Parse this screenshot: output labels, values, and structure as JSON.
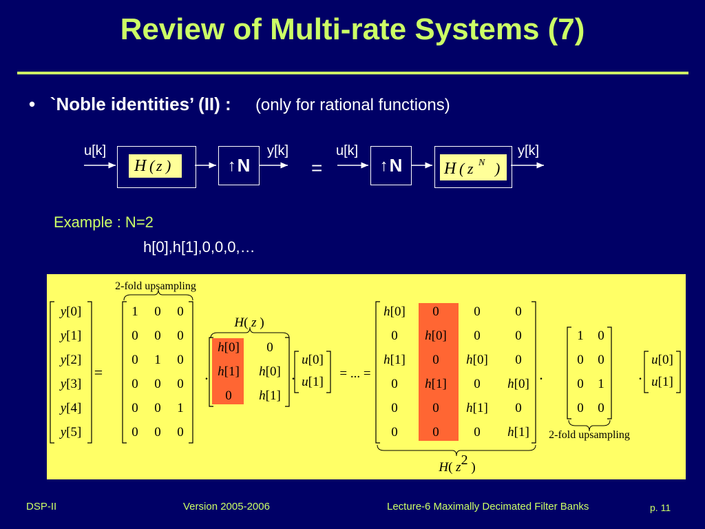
{
  "slide": {
    "title": "Review of Multi-rate Systems (7)",
    "bullet": "`Noble identities’ (II) :",
    "bullet_note": "(only for rational functions)",
    "example": "Example : N=2",
    "sequence": "h[0],h[1],0,0,0,…"
  },
  "diagram": {
    "input_label": "u[k]",
    "output_label": "y[k]",
    "filter_left": "H(z)",
    "filter_right": "H(z^N)",
    "upsample_symbol": "↑",
    "upsample_factor": "N",
    "equals": "="
  },
  "matrix": {
    "top_brace_label": "2-fold upsampling",
    "right_brace_label": "2-fold upsampling",
    "hz_label": "H(z)",
    "hz2_label": "H(z^2)",
    "y_vector": [
      "y[0]",
      "y[1]",
      "y[2]",
      "y[3]",
      "y[4]",
      "y[5]"
    ],
    "up_matrix": [
      [
        "1",
        "0",
        "0"
      ],
      [
        "0",
        "0",
        "0"
      ],
      [
        "0",
        "1",
        "0"
      ],
      [
        "0",
        "0",
        "0"
      ],
      [
        "0",
        "0",
        "1"
      ],
      [
        "0",
        "0",
        "0"
      ]
    ],
    "h_matrix": [
      [
        "h[0]",
        "0"
      ],
      [
        "h[1]",
        "h[0]"
      ],
      [
        "0",
        "h[1]"
      ]
    ],
    "u_vector": [
      "u[0]",
      "u[1]"
    ],
    "h2_matrix": [
      [
        "h[0]",
        "0",
        "0",
        "0"
      ],
      [
        "0",
        "h[0]",
        "0",
        "0"
      ],
      [
        "h[1]",
        "0",
        "h[0]",
        "0"
      ],
      [
        "0",
        "h[1]",
        "0",
        "h[0]"
      ],
      [
        "0",
        "0",
        "h[1]",
        "0"
      ],
      [
        "0",
        "0",
        "0",
        "h[1]"
      ]
    ],
    "up2_matrix": [
      [
        "1",
        "0"
      ],
      [
        "0",
        "0"
      ],
      [
        "0",
        "1"
      ],
      [
        "0",
        "0"
      ]
    ],
    "middle_eq": "= ... =",
    "highlight_color": "#ff6633"
  },
  "footer": {
    "course": "DSP-II",
    "version": "Version 2005-2006",
    "lecture": "Lecture-6   Maximally Decimated Filter Banks",
    "page": "p. 11"
  },
  "colors": {
    "background": "#000066",
    "accent": "#ccff66",
    "panel": "#ffff66",
    "box": "#ffff99"
  }
}
